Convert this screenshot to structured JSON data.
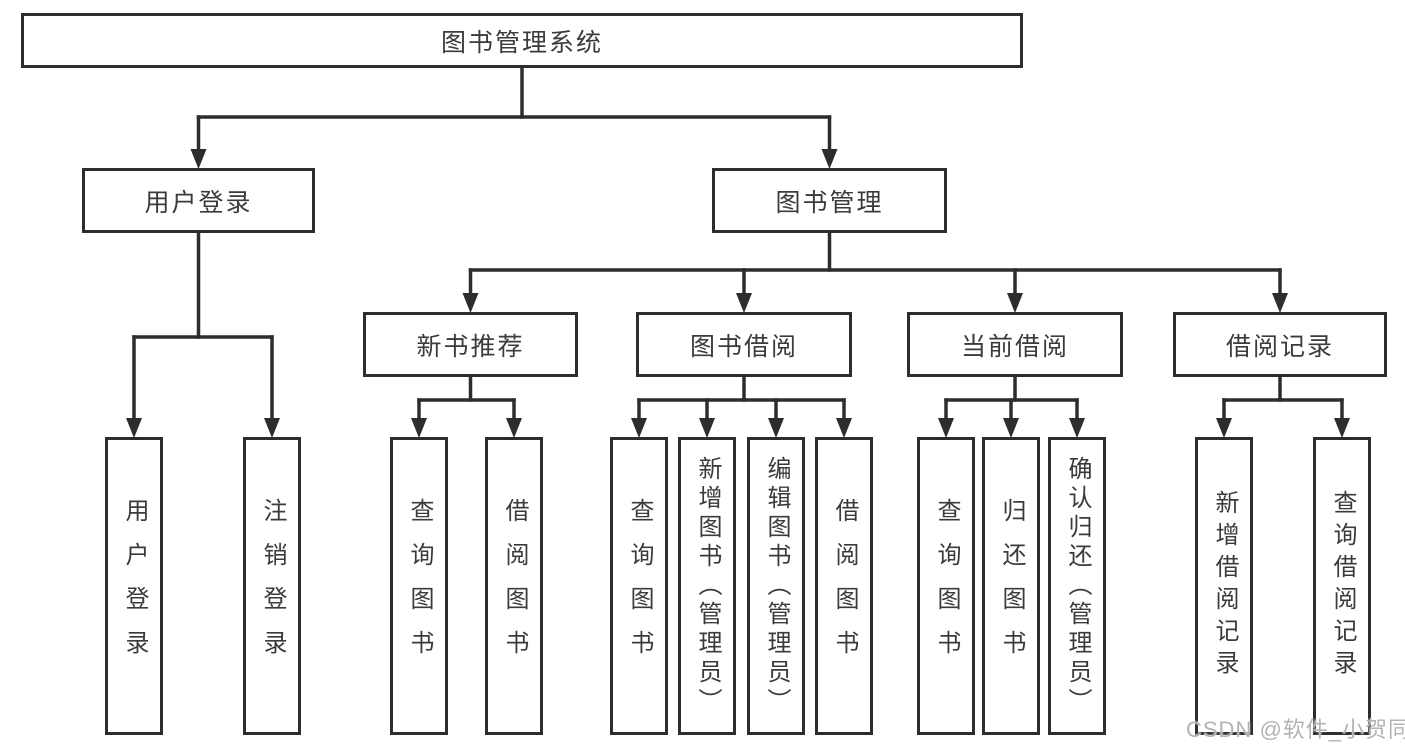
{
  "colors": {
    "line": "#2d2d2d",
    "box_border": "#2d2d2d",
    "text": "#3b3b3b",
    "watermark": "#b3b3b3",
    "background": "#ffffff"
  },
  "watermark": {
    "text": "CSDN @软件_小贺同学"
  },
  "tree": {
    "root": {
      "name": "library-management-system",
      "label": "图书管理系统"
    },
    "level2": [
      {
        "name": "user-login",
        "label": "用户登录",
        "children": [
          {
            "name": "user-login-leaf",
            "label": "用户登录"
          },
          {
            "name": "logout-leaf",
            "label": "注销登录"
          }
        ]
      },
      {
        "name": "book-management",
        "label": "图书管理",
        "groups": [
          {
            "name": "new-book-recommendation",
            "label": "新书推荐",
            "children": [
              {
                "name": "query-books",
                "label": "查询图书"
              },
              {
                "name": "borrow-books",
                "label": "借阅图书"
              }
            ]
          },
          {
            "name": "book-borrowing",
            "label": "图书借阅",
            "children": [
              {
                "name": "query-books",
                "label": "查询图书"
              },
              {
                "name": "add-books-admin",
                "label": "新增图书（管理员）"
              },
              {
                "name": "edit-books-admin",
                "label": "编辑图书（管理员）"
              },
              {
                "name": "borrow-books",
                "label": "借阅图书"
              }
            ]
          },
          {
            "name": "current-borrowing",
            "label": "当前借阅",
            "children": [
              {
                "name": "query-books",
                "label": "查询图书"
              },
              {
                "name": "return-books",
                "label": "归还图书"
              },
              {
                "name": "confirm-return-admin",
                "label": "确认归还（管理员）"
              }
            ]
          },
          {
            "name": "borrowing-records",
            "label": "借阅记录",
            "children": [
              {
                "name": "add-borrow-record",
                "label": "新增借阅记录"
              },
              {
                "name": "query-borrow-record",
                "label": "查询借阅记录"
              }
            ]
          }
        ]
      }
    ]
  }
}
